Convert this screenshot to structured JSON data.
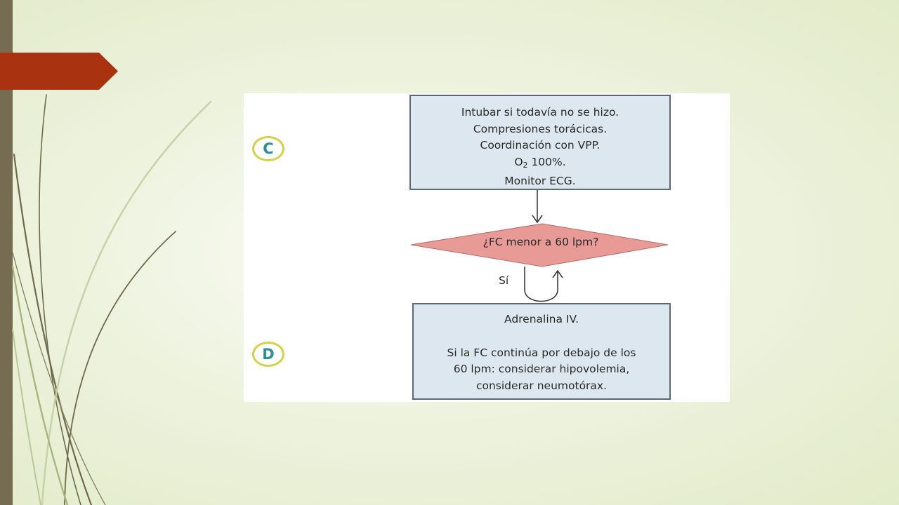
{
  "colors": {
    "left_bar": "#756c52",
    "banner": "#a93211",
    "box_fill": "#dde7ef",
    "diamond_fill": "#e79a96",
    "circle_border": "#cfd24a",
    "circle_text": "#2f8c8f"
  },
  "diagram": {
    "step_c": {
      "letter": "C",
      "lines": [
        "Intubar si todavía no se hizo.",
        "Compresiones torácicas.",
        "Coordinación con VPP."
      ],
      "oxygen_prefix": "O",
      "oxygen_subscript": "2",
      "oxygen_suffix": " 100%.",
      "last_line": "Monitor ECG."
    },
    "decision": {
      "question": "¿FC menor a 60 lpm?",
      "yes_label": "Sí"
    },
    "step_d": {
      "letter": "D",
      "title": "Adrenalina IV.",
      "lines": [
        "Si la FC continúa por debajo de los",
        "60 lpm: considerar hipovolemia,",
        "considerar neumotórax."
      ]
    }
  }
}
